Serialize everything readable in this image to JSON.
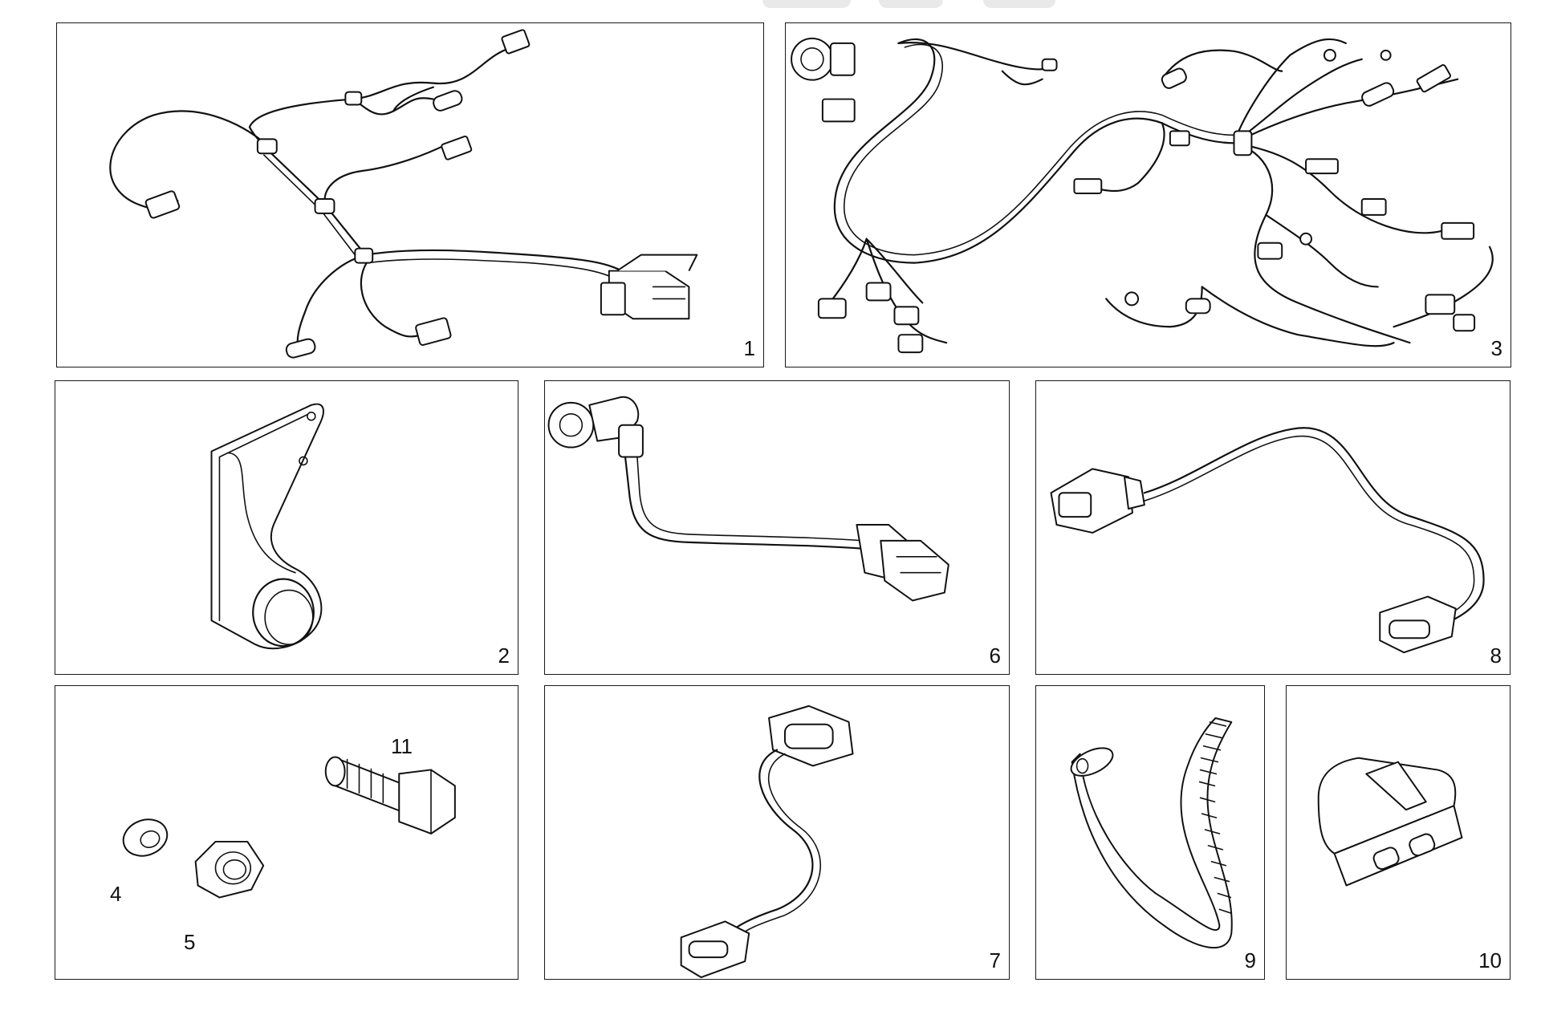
{
  "diagram": {
    "panels": [
      {
        "id": "p1",
        "label": "1"
      },
      {
        "id": "p3",
        "label": "3"
      },
      {
        "id": "p2",
        "label": "2"
      },
      {
        "id": "p6",
        "label": "6"
      },
      {
        "id": "p8",
        "label": "8"
      },
      {
        "id": "p-fasteners",
        "label": ""
      },
      {
        "id": "p7",
        "label": "7"
      },
      {
        "id": "p9",
        "label": "9"
      },
      {
        "id": "p10",
        "label": "10"
      }
    ],
    "callouts": {
      "washer": "4",
      "nut": "5",
      "bolt": "11"
    }
  }
}
